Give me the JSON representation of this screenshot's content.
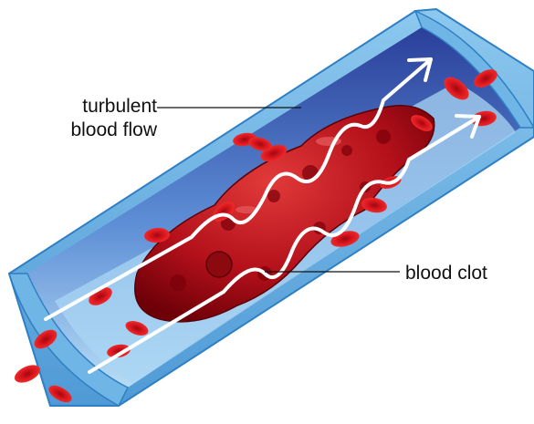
{
  "labels": {
    "turbulent_line1": "turbulent",
    "turbulent_line2": "blood flow",
    "clot": "blood clot"
  },
  "colors": {
    "vessel_outer": "#6fb6e6",
    "vessel_edge": "#2f7fc4",
    "vessel_inner": "#2a3f9a",
    "vessel_lumen": "#9fd0f2",
    "clot": "#b0101a",
    "clot_highlight": "#e04040",
    "cell": "#d4141c",
    "arrow": "#ffffff",
    "text": "#111111"
  },
  "icons": [
    "red-blood-cell",
    "flow-arrow"
  ]
}
